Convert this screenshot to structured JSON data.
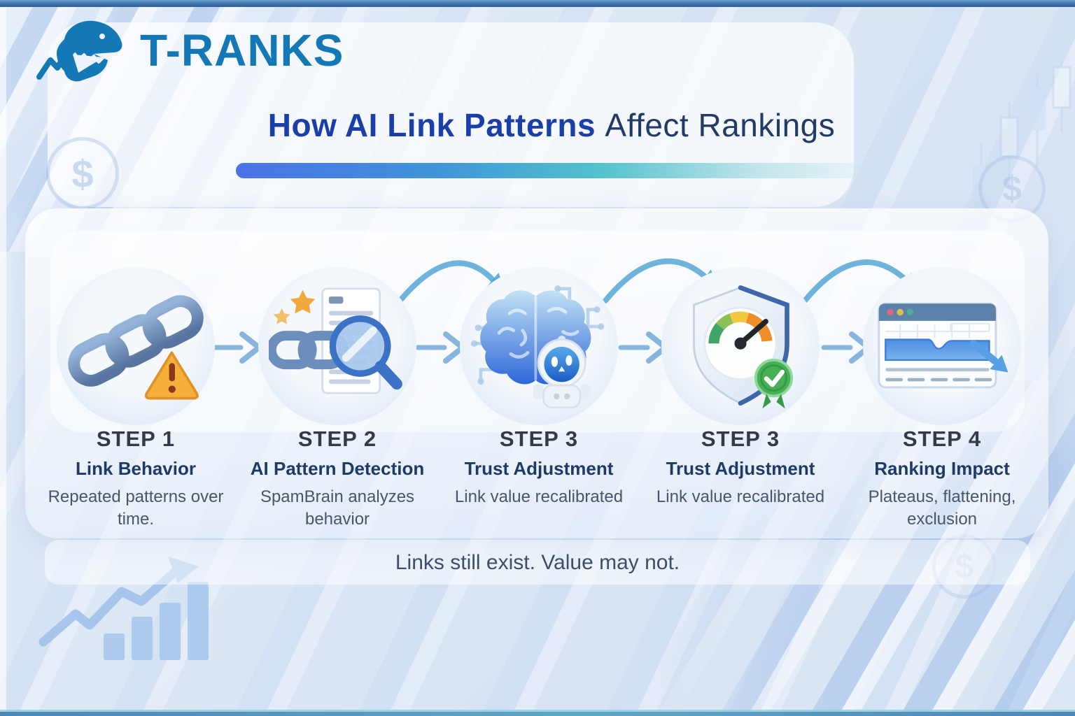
{
  "brand": {
    "name": "T-RANKS"
  },
  "title": {
    "highlight": "How AI Link Patterns",
    "rest": "Affect Rankings"
  },
  "steps": [
    {
      "label": "STEP 1",
      "heading": "Link Behavior",
      "description": "Repeated patterns over time.",
      "icon": "chain-warning-icon"
    },
    {
      "label": "STEP 2",
      "heading": "AI Pattern Detection",
      "description": "SpamBrain analyzes behavior",
      "icon": "link-document-magnifier-icon"
    },
    {
      "label": "STEP 3",
      "heading": "Trust Adjustment",
      "description": "Link value recalibrated",
      "icon": "brain-robot-icon"
    },
    {
      "label": "STEP 3",
      "heading": "Trust Adjustment",
      "description": "Link value recalibrated",
      "icon": "shield-gauge-check-icon"
    },
    {
      "label": "STEP 4",
      "heading": "Ranking Impact",
      "description": "Plateaus, flattening, exclusion",
      "icon": "browser-flat-chart-icon"
    }
  ],
  "footer": {
    "note": "Links still exist. Value may not."
  },
  "decorations": {
    "dollar_symbol": "$"
  },
  "colors": {
    "brand_blue": "#1478b6",
    "title_highlight_blue": "#1b3fa8",
    "title_navy": "#223a66",
    "divider_gradient_start": "#4b72e8",
    "divider_gradient_end": "#54c2cc",
    "flow_arrow_blue": "#87b5dd",
    "arc_arrow_blue": "#55a6d6",
    "warning_orange": "#f5b03c",
    "badge_green": "#45b152",
    "chart_area_blue": "#4a8fe0"
  }
}
